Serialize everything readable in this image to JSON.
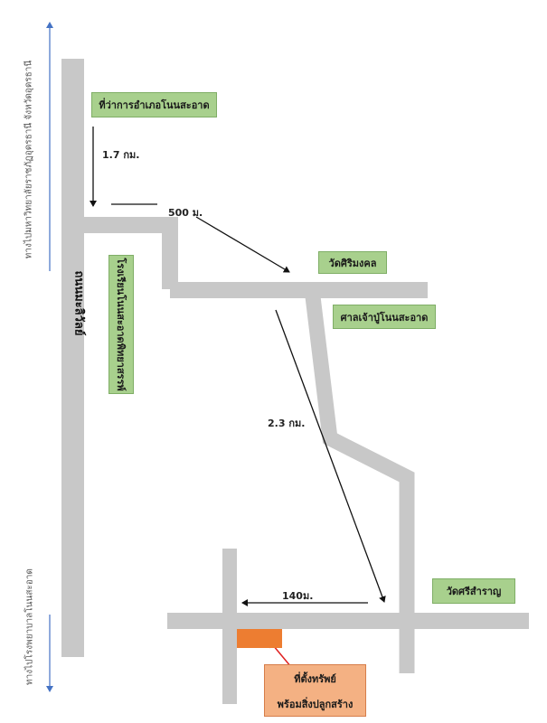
{
  "places": {
    "district_office": "ที่ว่าการอำเภอโนนสะอาด",
    "wat_sirimongkol": "วัดศิริมงคล",
    "shrine": "ศาลเจ้าปู่โนนสะอาด",
    "wat_sisaran": "วัดศรีสำราญ",
    "school": "โรงเรียนโนนสะอาดพิทยาสรรพ์"
  },
  "roads": {
    "main_highway": "ถนนมะลิวัลย์"
  },
  "distances": {
    "d1": "1.7 กม.",
    "d2": "500 ม.",
    "d3": "2.3 กม.",
    "d4": "140ม."
  },
  "directions": {
    "top": "ทางไปมหาวิทยาลัยราชภัฏอุดรธานี จังหวัดอุดรธานี",
    "bottom": "ทางไปโรงพยาบาลโนนสะอาด"
  },
  "property": {
    "line1": "ที่ตั้งทรัพย์",
    "line2": "พร้อมสิ่งปลูกสร้าง"
  },
  "colors": {
    "road": "#c8c8c8",
    "place_box": "#a8d08d",
    "property_marker": "#ed7d31",
    "property_box": "#f4b183",
    "direction_arrow": "#4472c4",
    "pointer_arrow": "#e02020"
  }
}
